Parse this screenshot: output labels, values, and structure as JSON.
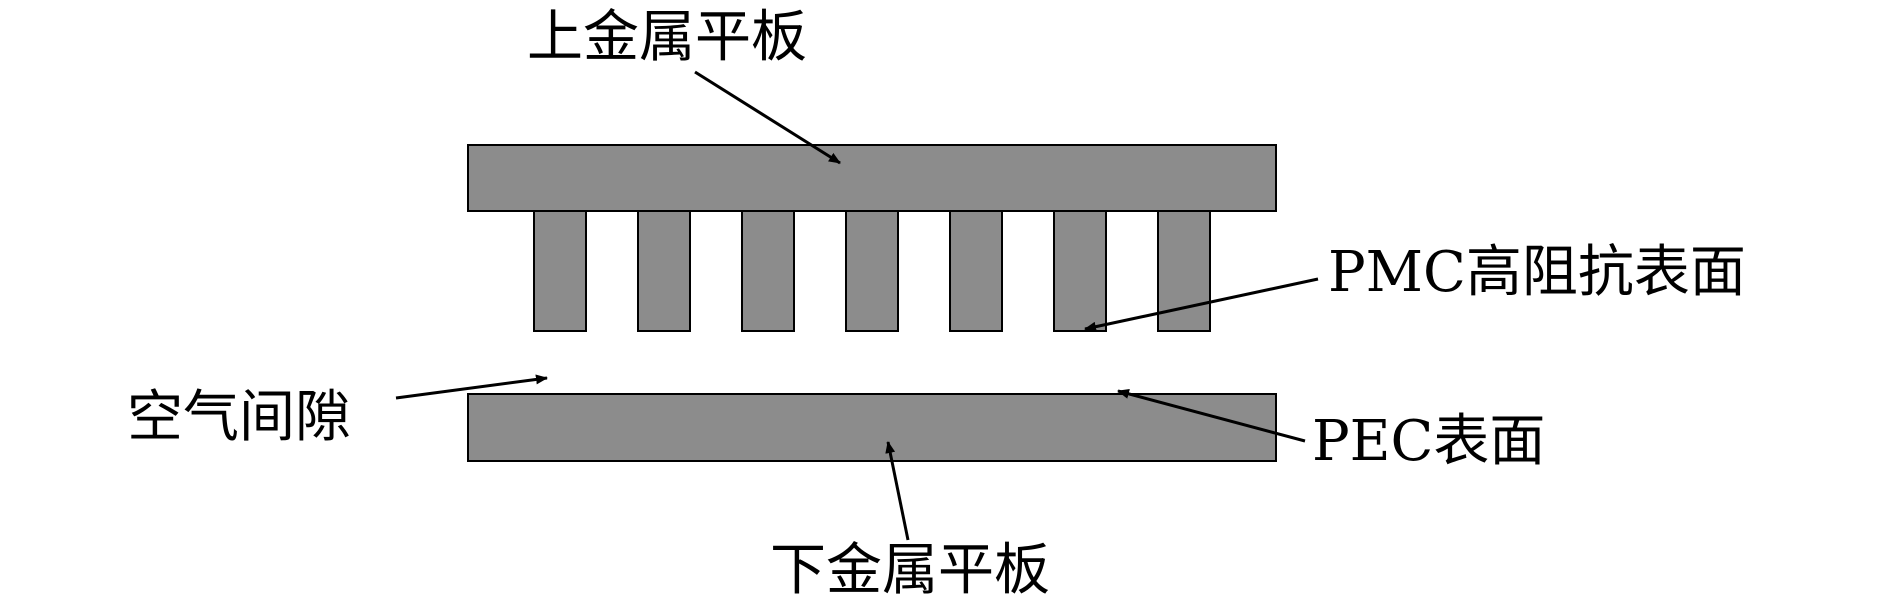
{
  "labels": {
    "top_plate": "上金属平板",
    "pmc_surface": "PMC高阻抗表面",
    "air_gap": "空气间隙",
    "pec_surface": "PEC表面",
    "bottom_plate": "下金属平板"
  },
  "colors": {
    "plate_fill": "#8c8c8c",
    "outline": "#000000",
    "background": "#ffffff"
  },
  "structure": {
    "pin_count": 7
  }
}
